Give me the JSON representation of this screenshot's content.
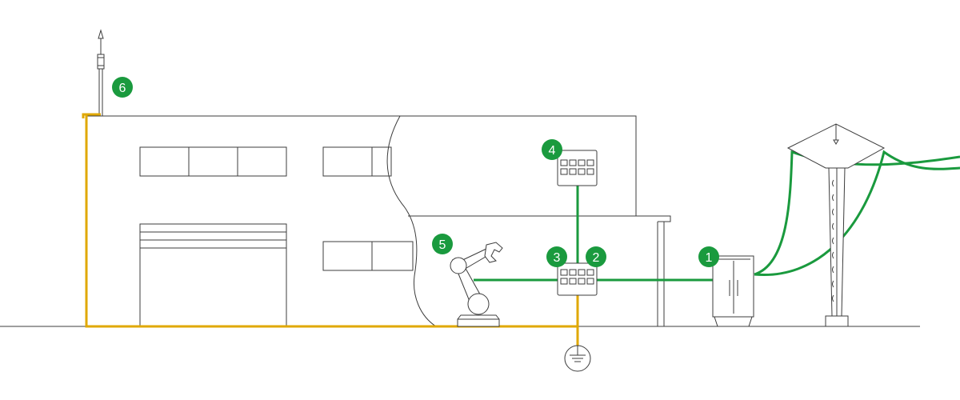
{
  "colors": {
    "power": "#1a9a3e",
    "earth": "#e0a800",
    "outline": "#3c3c3c",
    "badge_text": "#ffffff"
  },
  "badges": {
    "b1": "1",
    "b2": "2",
    "b3": "3",
    "b4": "4",
    "b5": "5",
    "b6": "6"
  },
  "icons": {
    "earth": "ground-icon",
    "rod": "lightning-rod-icon",
    "robot": "robot-arm-icon",
    "pylon": "power-pylon-icon",
    "cabinet": "cabinet-icon",
    "panel": "distribution-board-icon"
  }
}
